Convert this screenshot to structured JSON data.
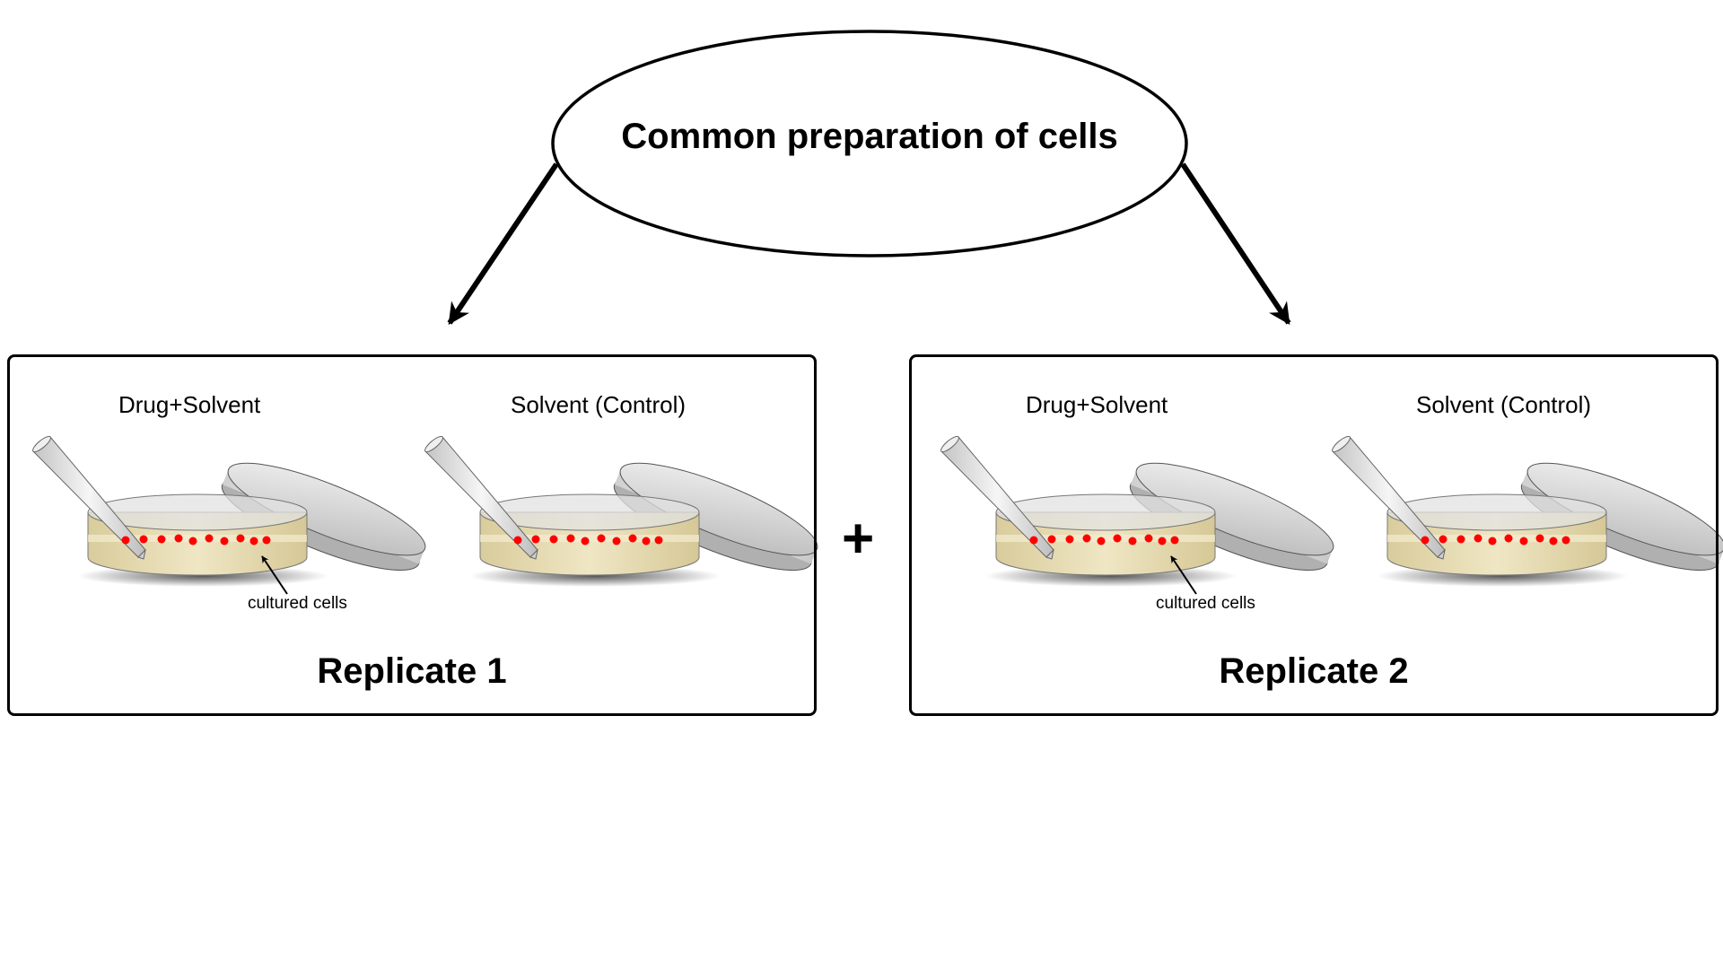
{
  "header": {
    "title": "Common preparation of cells"
  },
  "operator": "+",
  "replicates": [
    {
      "title": "Replicate 1",
      "dishes": [
        {
          "label": "Drug+Solvent",
          "annotation": "cultured cells"
        },
        {
          "label": "Solvent (Control)"
        }
      ]
    },
    {
      "title": "Replicate 2",
      "dishes": [
        {
          "label": "Drug+Solvent",
          "annotation": "cultured cells"
        },
        {
          "label": "Solvent (Control)"
        }
      ]
    }
  ],
  "colors": {
    "outline": "#000000",
    "cell_dot": "#ff0000",
    "medium": "#e8dcb4",
    "dish_glass": "#dcdcdc",
    "pipette": "#d8d8d8",
    "shadow": "#555555"
  },
  "icons": [
    "petri-dish-icon",
    "pipette-icon",
    "arrow-icon"
  ]
}
